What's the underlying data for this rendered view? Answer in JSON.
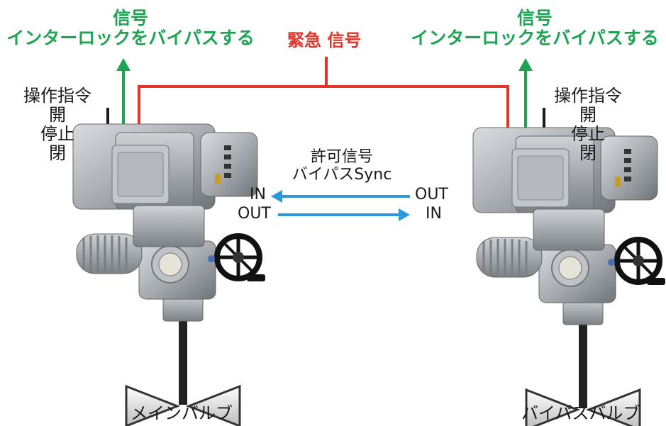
{
  "title": "",
  "left_unit": {
    "bypass_signal_line1": "信号",
    "bypass_signal_line2": "インターロックをバイパスする",
    "commands": [
      "操作指令",
      "開",
      "停止",
      "閉"
    ],
    "caption": "メインバルブ"
  },
  "right_unit": {
    "bypass_signal_line1": "信号",
    "bypass_signal_line2": "インターロックをバイパスする",
    "commands": [
      "操作指令",
      "開",
      "停止",
      "閉"
    ],
    "caption": "バイパスバルブ"
  },
  "emergency_signal": "緊急 信号",
  "permit_signal_line1": "許可信号",
  "permit_signal_line2": "バイパスSync",
  "left_io": {
    "top": "IN",
    "bottom": "OUT"
  },
  "right_io": {
    "top": "OUT",
    "bottom": "IN"
  },
  "colors": {
    "green": "#1fa454",
    "red": "#e3342a",
    "blue": "#2a9ad8",
    "black": "#1a1a1a",
    "actuator_gray": "#a9adb2"
  }
}
